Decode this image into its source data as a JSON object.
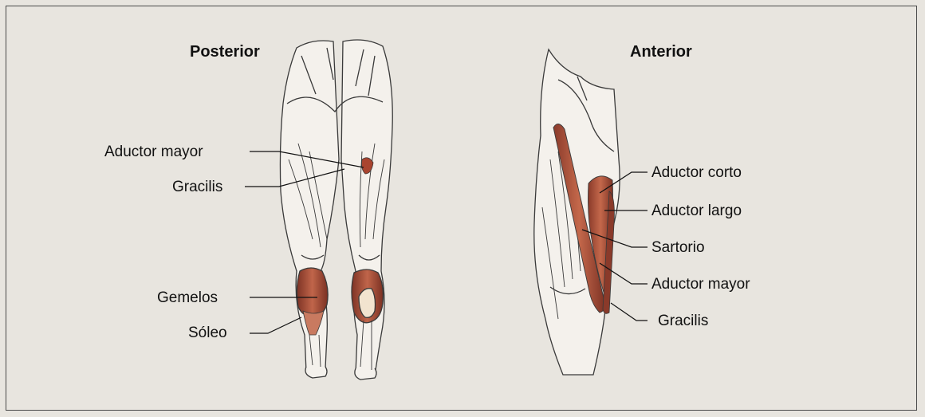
{
  "views": {
    "posterior": {
      "title": "Posterior",
      "labels": {
        "aductor_mayor": "Aductor mayor",
        "gracilis": "Gracilis",
        "gemelos": "Gemelos",
        "soleo": "Sóleo"
      }
    },
    "anterior": {
      "title": "Anterior",
      "labels": {
        "aductor_corto": "Aductor corto",
        "aductor_largo": "Aductor largo",
        "sartorio": "Sartorio",
        "aductor_mayor": "Aductor mayor",
        "gracilis": "Gracilis"
      }
    }
  },
  "colors": {
    "highlighted_muscle": "#b5583f",
    "tendon": "#f2e4cf",
    "outline": "#333333",
    "paper": "#e8e5df"
  }
}
